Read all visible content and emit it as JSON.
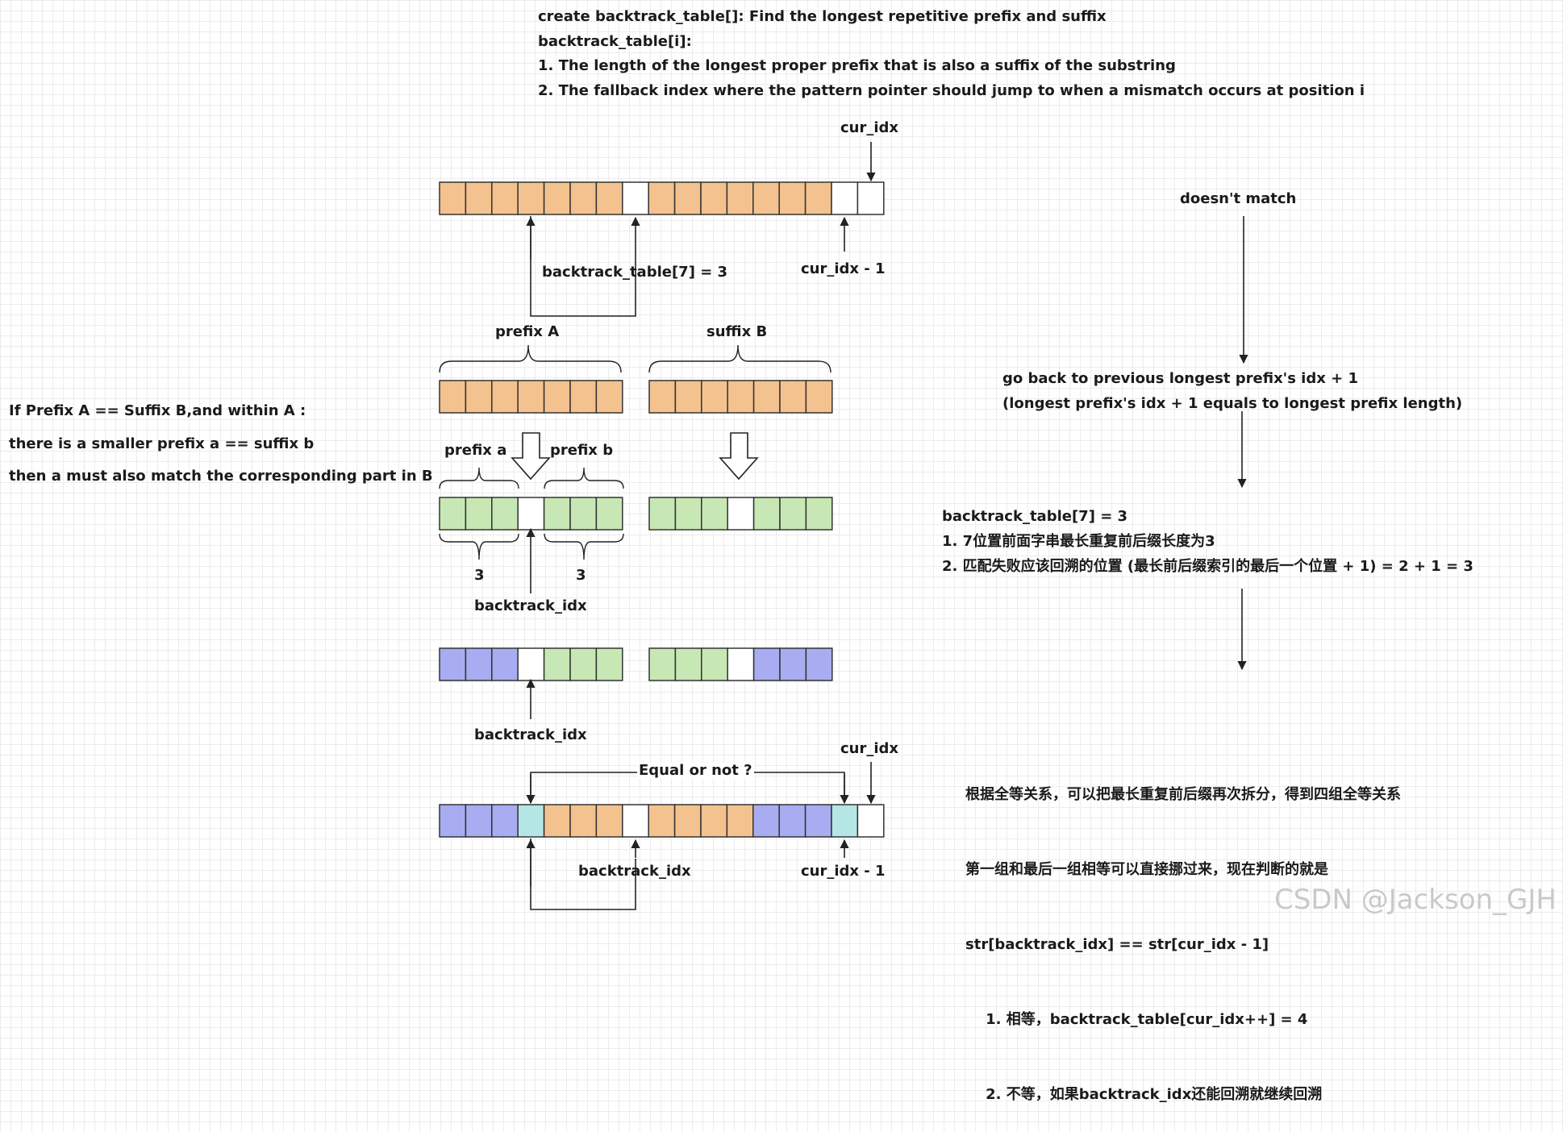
{
  "header": {
    "lines": [
      "create backtrack_table[]: Find the longest repetitive prefix and suffix",
      "backtrack_table[i]:",
      "1. The length of the longest proper prefix that is also a suffix of the substring",
      "2. The fallback index where the pattern pointer should jump to when a mismatch occurs at position i"
    ]
  },
  "labels": {
    "cur_idx_top": "cur_idx",
    "backtrack_table_7": "backtrack_table[7] = 3",
    "cur_idx_minus_1_top": "cur_idx - 1",
    "prefix_A": "prefix A",
    "suffix_B": "suffix B",
    "prefix_a": "prefix a",
    "prefix_b": "prefix b",
    "count_left": "3",
    "count_right": "3",
    "backtrack_idx_1": "backtrack_idx",
    "backtrack_idx_2": "backtrack_idx",
    "cur_idx_bottom": "cur_idx",
    "equal_or_not": "Equal or not ?",
    "backtrack_idx_3": "backtrack_idx",
    "cur_idx_minus_1_bottom": "cur_idx - 1"
  },
  "left_note": {
    "lines": [
      "If Prefix A == Suffix B,and within A :",
      "there is a smaller prefix a == suffix b",
      "then a must also match the corresponding part in B"
    ]
  },
  "right_flow": {
    "doesnt_match": "doesn't match",
    "go_back": [
      "go back to previous longest prefix's idx + 1",
      "(longest prefix's idx + 1 equals to longest prefix length)"
    ],
    "table_note": [
      "backtrack_table[7] = 3",
      "1. 7位置前面字串最长重复前后缀长度为3",
      "2. 匹配失败应该回溯的位置 (最长前后缀索引的最后一个位置 + 1) = 2 + 1 = 3"
    ],
    "chinese_note": [
      "根据全等关系，可以把最长重复前后缀再次拆分，得到四组全等关系",
      "第一组和最后一组相等可以直接挪过来，现在判断的就是",
      "str[backtrack_idx] == str[cur_idx - 1]",
      "    1. 相等，backtrack_table[cur_idx++] = 4",
      "    2. 不等，如果backtrack_idx还能回溯就继续回溯"
    ]
  },
  "colors": {
    "orange": "#f4c28e",
    "green": "#c7e8b4",
    "blue": "#a8acf0",
    "cyan": "#b4e6e6",
    "white": "#ffffff"
  },
  "arrays": [
    {
      "id": "top-array",
      "cells": [
        "orange",
        "orange",
        "orange",
        "orange",
        "orange",
        "orange",
        "orange",
        "white",
        "orange",
        "orange",
        "orange",
        "orange",
        "orange",
        "orange",
        "orange",
        "white",
        "white"
      ]
    },
    {
      "id": "prefix-A-array",
      "cells": [
        "orange",
        "orange",
        "orange",
        "orange",
        "orange",
        "orange",
        "orange"
      ]
    },
    {
      "id": "suffix-B-array",
      "cells": [
        "orange",
        "orange",
        "orange",
        "orange",
        "orange",
        "orange",
        "orange"
      ]
    },
    {
      "id": "split-left-array",
      "cells": [
        "green",
        "green",
        "green",
        "white",
        "green",
        "green",
        "green"
      ]
    },
    {
      "id": "split-right-array",
      "cells": [
        "green",
        "green",
        "green",
        "white",
        "green",
        "green",
        "green"
      ]
    },
    {
      "id": "mapped-left-array",
      "cells": [
        "blue",
        "blue",
        "blue",
        "white",
        "green",
        "green",
        "green"
      ]
    },
    {
      "id": "mapped-right-array",
      "cells": [
        "green",
        "green",
        "green",
        "white",
        "blue",
        "blue",
        "blue"
      ]
    },
    {
      "id": "bottom-array",
      "cells": [
        "blue",
        "blue",
        "blue",
        "cyan",
        "orange",
        "orange",
        "orange",
        "white",
        "orange",
        "orange",
        "orange",
        "orange",
        "blue",
        "blue",
        "blue",
        "cyan",
        "white"
      ]
    }
  ],
  "watermark": "CSDN @Jackson_GJH"
}
